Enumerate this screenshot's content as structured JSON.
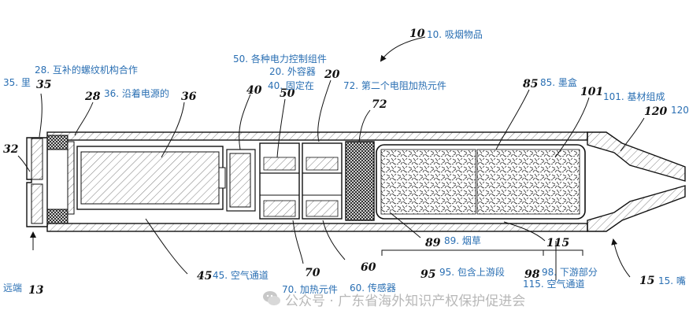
{
  "labels": {
    "l10": "10. 吸烟物品",
    "l28": "28. 互补的螺纹机构合作",
    "l35": "35. 里",
    "l36": "36. 沿着电源的",
    "l50": "50. 各种电力控制组件",
    "l20": "20. 外容器",
    "l40": "40. 固定在",
    "l72": "72. 第二个电阻加热元件",
    "l85": "85. 墨盒",
    "l101": "101. 基材组成",
    "l120": "120",
    "l45": "45. 空气通道",
    "l70": "70. 加热元件",
    "l60": "60. 传感器",
    "l89": "89. 烟草",
    "l95": "95. 包含上游段",
    "l98": "98. 下游部分",
    "l115": "115. 空气通道",
    "l15": "15. 嘴",
    "l13": "远端"
  },
  "numerals": [
    "10",
    "28",
    "35",
    "36",
    "40",
    "50",
    "20",
    "72",
    "85",
    "101",
    "120",
    "32",
    "45",
    "70",
    "60",
    "89",
    "95",
    "98",
    "115",
    "15",
    "13"
  ],
  "watermark": "公众号 · 广东省海外知识产权保护促进会"
}
